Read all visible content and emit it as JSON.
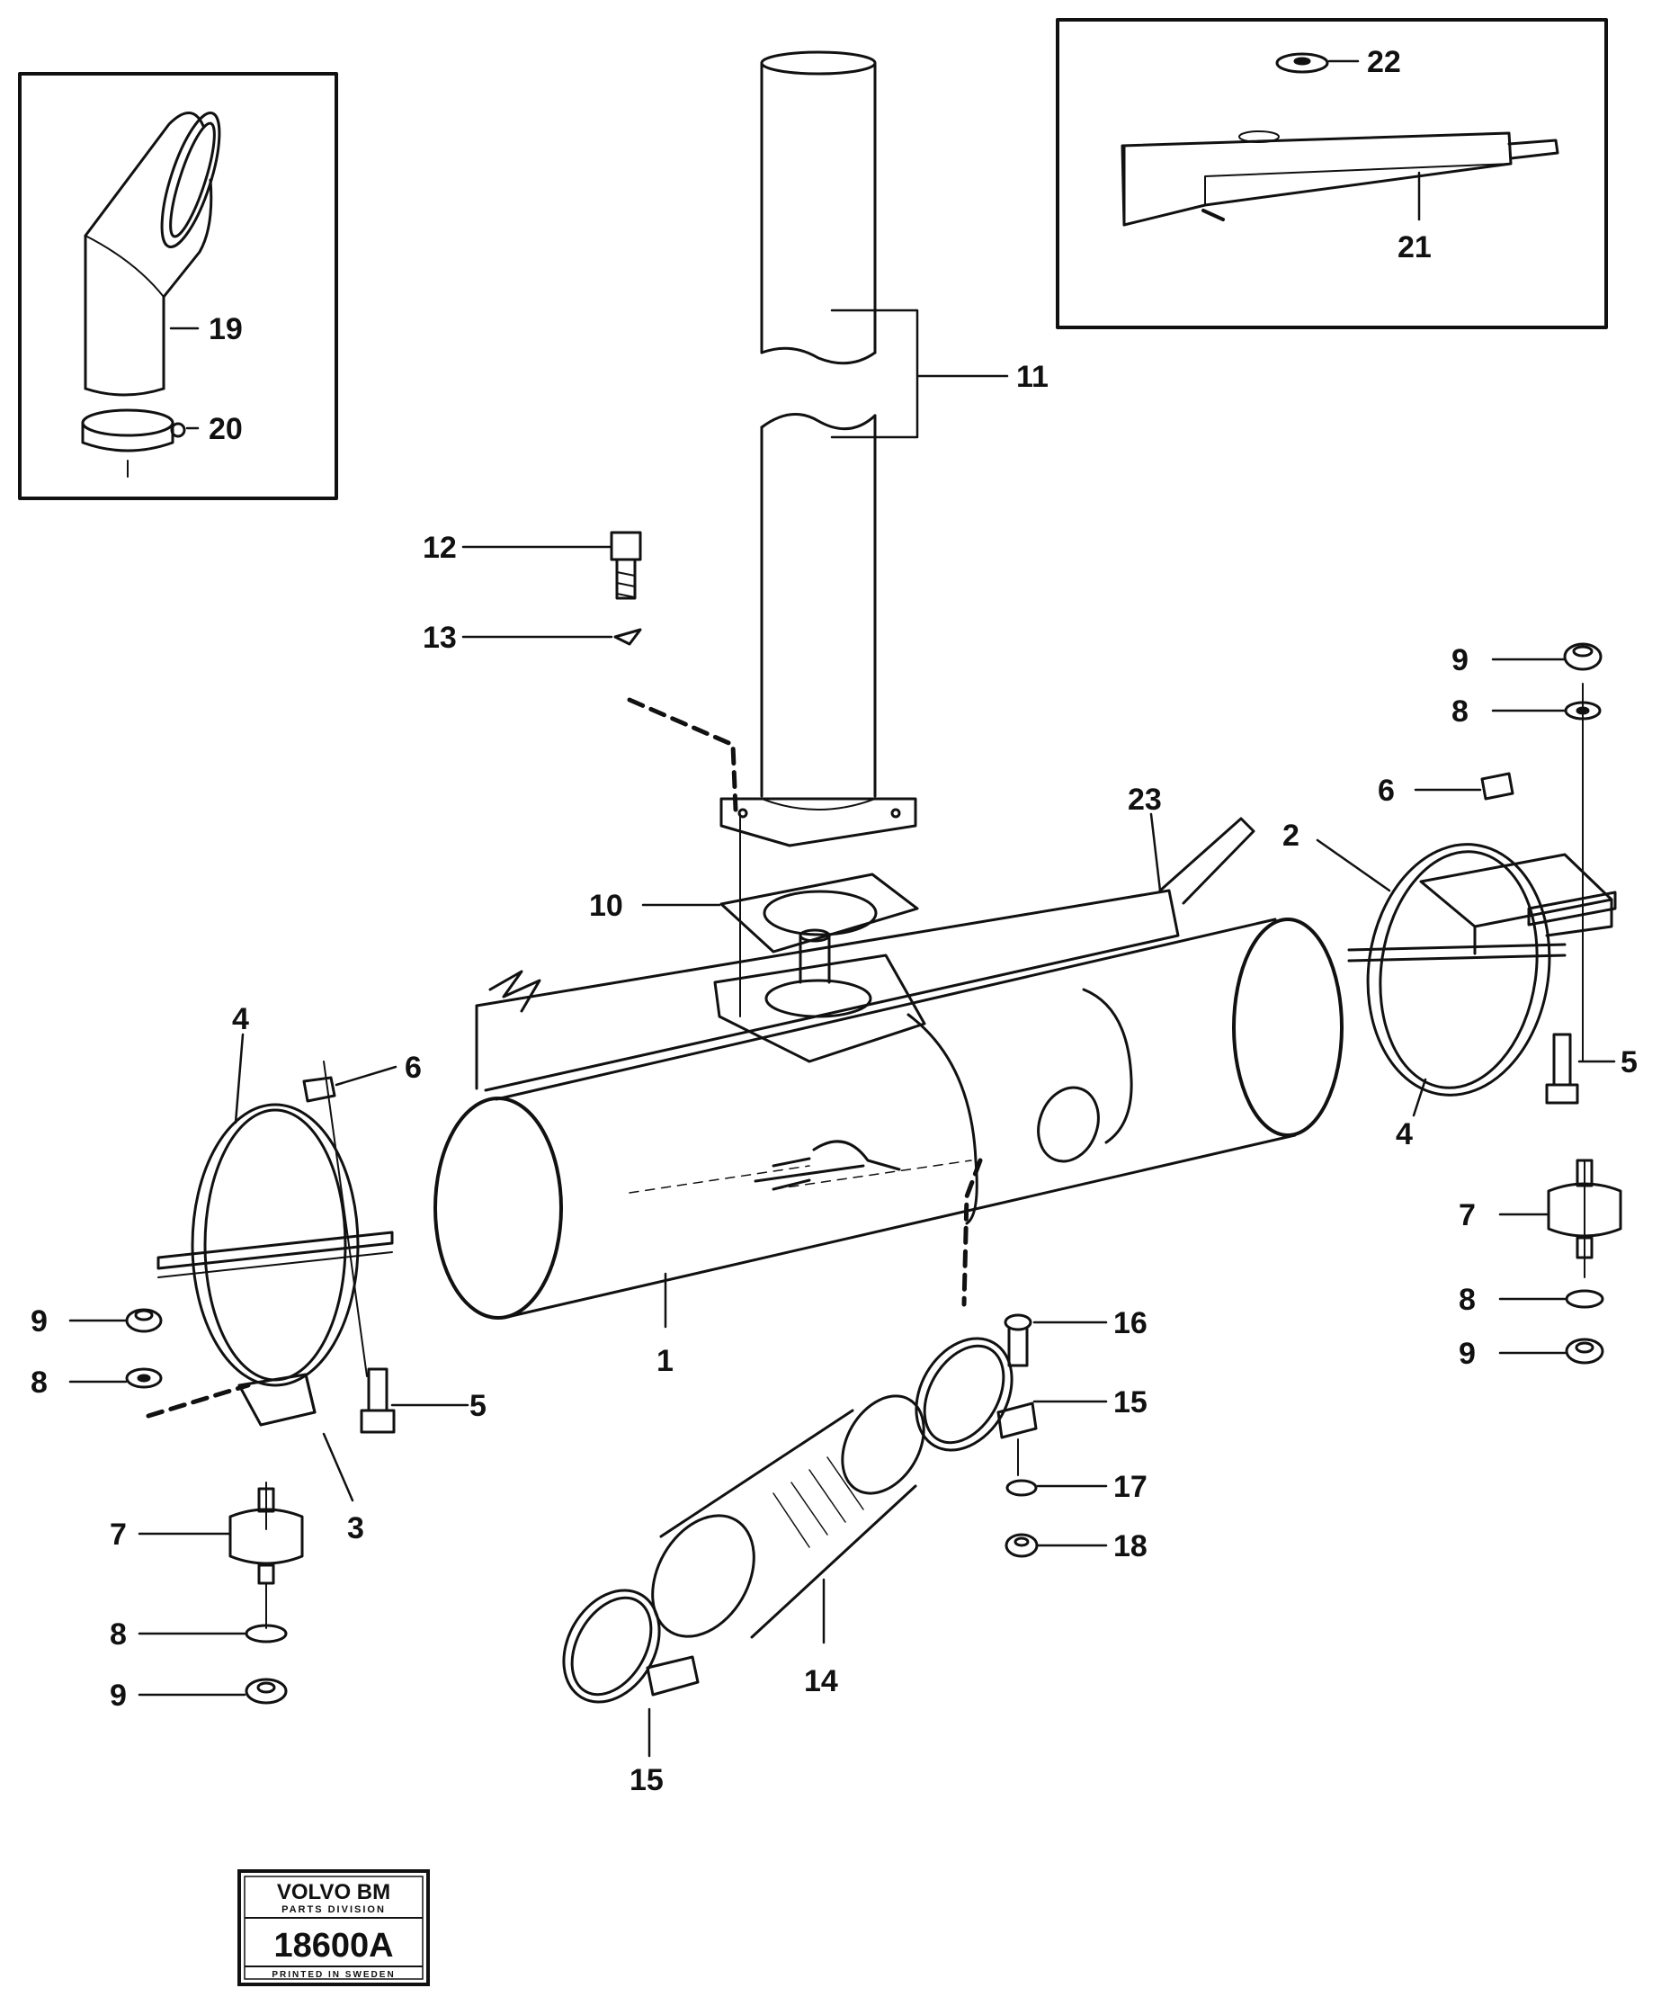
{
  "callouts": {
    "c1": "1",
    "c2": "2",
    "c3": "3",
    "c4a": "4",
    "c4b": "4",
    "c5a": "5",
    "c5b": "5",
    "c6a": "6",
    "c6b": "6",
    "c7a": "7",
    "c7b": "7",
    "c8a": "8",
    "c8b": "8",
    "c8c": "8",
    "c8d": "8",
    "c9a": "9",
    "c9b": "9",
    "c9c": "9",
    "c9d": "9",
    "c10": "10",
    "c11": "11",
    "c12": "12",
    "c13": "13",
    "c14": "14",
    "c15a": "15",
    "c15b": "15",
    "c16": "16",
    "c17": "17",
    "c18": "18",
    "c19": "19",
    "c20": "20",
    "c21": "21",
    "c22": "22",
    "c23": "23"
  },
  "stamp": {
    "brand": "VOLVO BM",
    "division": "PARTS DIVISION",
    "code": "18600A",
    "printed": "PRINTED IN SWEDEN"
  },
  "colors": {
    "ink": "#111111",
    "paper": "#ffffff"
  }
}
